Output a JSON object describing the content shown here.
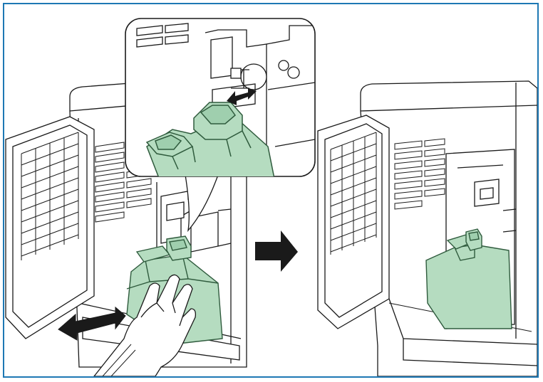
{
  "figure": {
    "frame_color": "#1e78b4",
    "line_color": "#1a1a1a",
    "bottle_fill": "#b5dcc0",
    "bottle_stroke": "#2f5b3d",
    "panels": [
      {
        "name": "insert-step",
        "icons": [
          "printer-open-door",
          "waste-toner-box",
          "hand-icon",
          "push-arrow-icon",
          "detail-callout"
        ]
      },
      {
        "name": "installed-step",
        "icons": [
          "printer-open-door",
          "waste-toner-box"
        ]
      }
    ],
    "transition_icon": "right-arrow-icon"
  }
}
